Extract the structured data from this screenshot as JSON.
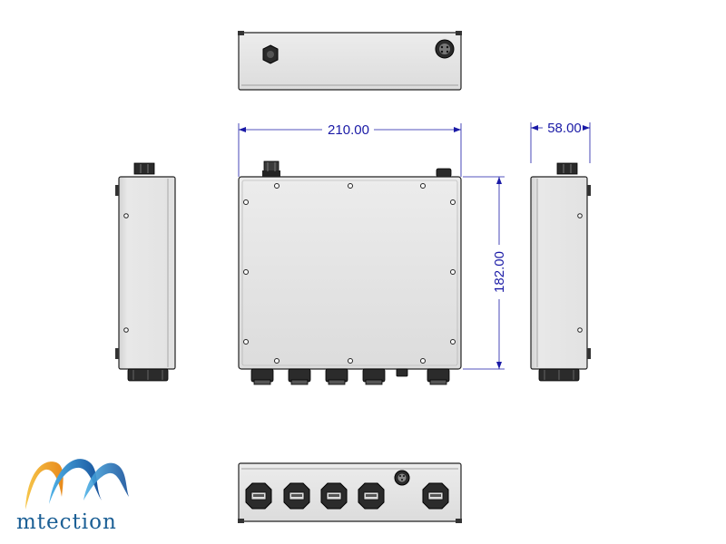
{
  "dimensions": {
    "width": "210.00",
    "height": "182.00",
    "depth": "58.00"
  },
  "brand": {
    "name": "mtection",
    "colors": {
      "gold": "#f2b53a",
      "blue": "#1b6fb6",
      "text": "#1b5f95"
    }
  },
  "colors": {
    "body": "#e3e3e3",
    "outline": "#222222",
    "dimension": "#1a1aa6",
    "connector": "#2b2b2b"
  },
  "icons": [
    "m12-connector-icon",
    "hex-nut-icon",
    "usb-port-icon",
    "circular-connector-icon"
  ]
}
